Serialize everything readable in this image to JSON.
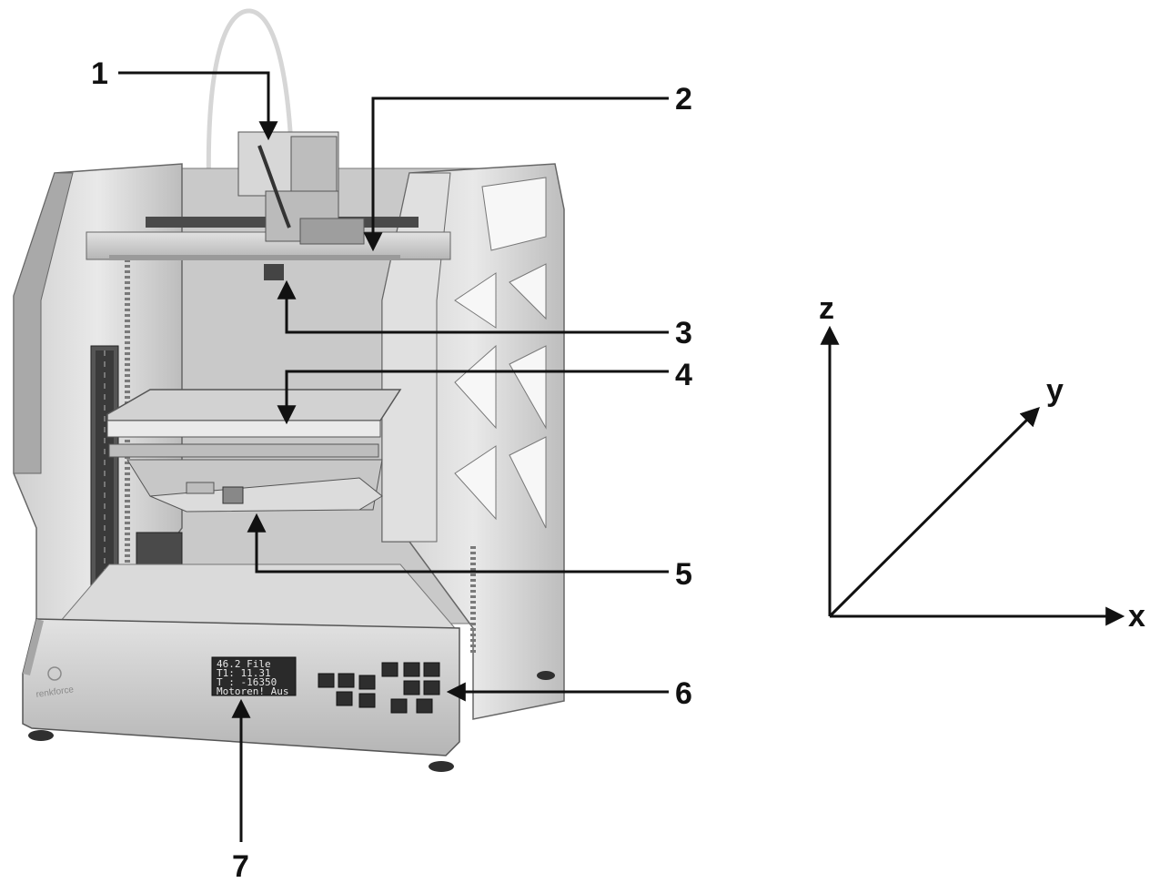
{
  "callouts": [
    {
      "id": "1",
      "label": "1"
    },
    {
      "id": "2",
      "label": "2"
    },
    {
      "id": "3",
      "label": "3"
    },
    {
      "id": "4",
      "label": "4"
    },
    {
      "id": "5",
      "label": "5"
    },
    {
      "id": "6",
      "label": "6"
    },
    {
      "id": "7",
      "label": "7"
    }
  ],
  "axes": {
    "x_label": "x",
    "y_label": "y",
    "z_label": "z"
  },
  "printer": {
    "brand": "renkforce",
    "display": {
      "line1": "46.2    File",
      "line2": "T1: 11.31",
      "line3": "T : -16350",
      "line4": "Motoren! Aus"
    }
  },
  "colors": {
    "ink": "#111111",
    "frame_light": "#d9d9d9",
    "frame_mid": "#bdbdbd",
    "frame_dark": "#8c8c8c",
    "lcd_bg": "#2a2a2a"
  }
}
